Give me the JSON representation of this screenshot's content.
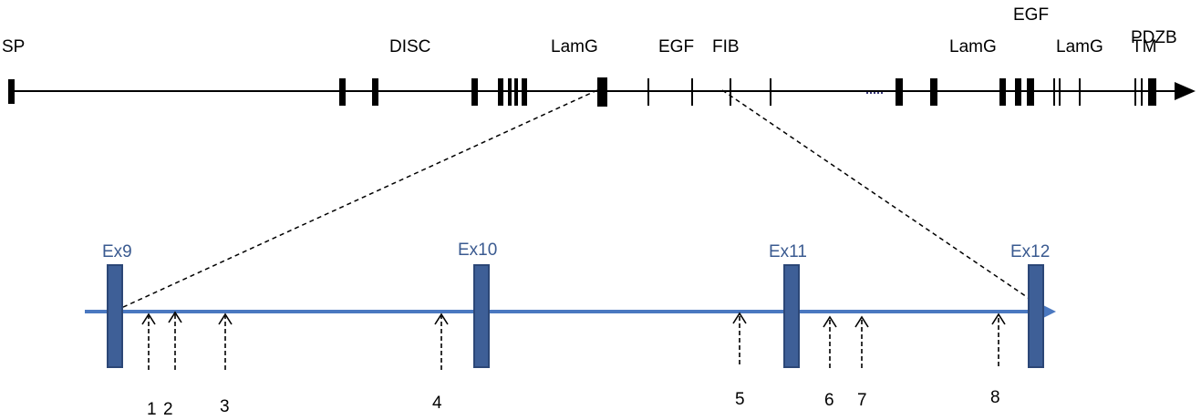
{
  "colors": {
    "gene_line": "#000000",
    "zoom_line": "#4a78c0",
    "exon_fill": "#3e5f97",
    "exon_stroke": "#2c4777",
    "exon_label": "#3a5a90",
    "arrow_dash": "#000000"
  },
  "top_gene": {
    "domains": [
      {
        "key": "sp",
        "label": "SP"
      },
      {
        "key": "disc",
        "label": "DISC"
      },
      {
        "key": "lamg1",
        "label": "LamG"
      },
      {
        "key": "egf1",
        "label": "EGF"
      },
      {
        "key": "fib",
        "label": "FIB"
      },
      {
        "key": "lamg2",
        "label": "LamG"
      },
      {
        "key": "egf2",
        "label": "EGF"
      },
      {
        "key": "lamg3",
        "label": "LamG"
      },
      {
        "key": "pdzb",
        "label": "PDZB"
      },
      {
        "key": "tm",
        "label": "TM"
      }
    ]
  },
  "zoom": {
    "exons": [
      {
        "key": "ex9",
        "label": "Ex9"
      },
      {
        "key": "ex10",
        "label": "Ex10"
      },
      {
        "key": "ex11",
        "label": "Ex11"
      },
      {
        "key": "ex12",
        "label": "Ex12"
      }
    ],
    "sites": [
      {
        "key": "s1",
        "label": "1"
      },
      {
        "key": "s2",
        "label": "2"
      },
      {
        "key": "s3",
        "label": "3"
      },
      {
        "key": "s4",
        "label": "4"
      },
      {
        "key": "s5",
        "label": "5"
      },
      {
        "key": "s6",
        "label": "6"
      },
      {
        "key": "s7",
        "label": "7"
      },
      {
        "key": "s8",
        "label": "8"
      }
    ]
  }
}
